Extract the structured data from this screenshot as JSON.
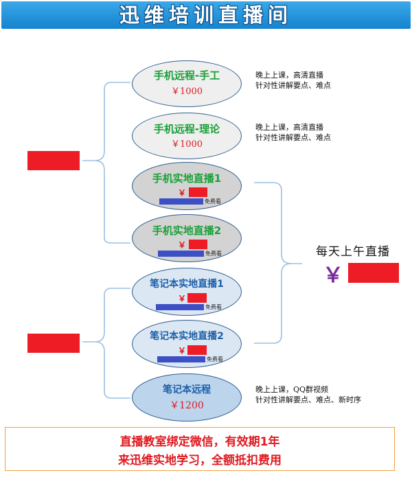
{
  "header": {
    "title": "迅维培训直播间"
  },
  "courses": [
    {
      "title": "手机远程-手工",
      "price": "￥1000",
      "notes": [
        "晚上上课，高清直播",
        "针对性讲解要点、难点"
      ]
    },
    {
      "title": "手机远程-理论",
      "price": "￥1000",
      "notes": [
        "晚上上课，高清直播",
        "针对性讲解要点、难点"
      ]
    },
    {
      "title": "手机实地直播1",
      "yen": "￥",
      "free_label": "免费看"
    },
    {
      "title": "手机实地直播2",
      "yen": "￥",
      "free_label": "免费看"
    },
    {
      "title": "笔记本实地直播1",
      "yen": "￥",
      "free_label": "免费看"
    },
    {
      "title": "笔记本实地直播2",
      "yen": "￥",
      "free_label": "免费看"
    },
    {
      "title": "笔记本远程",
      "price": "￥1200",
      "notes": [
        "晚上上课，QQ群视频",
        "针对性讲解要点、难点、新时序"
      ]
    }
  ],
  "daily": {
    "label": "每天上午直播",
    "yen": "￥"
  },
  "footer": {
    "line1": "直播教室绑定微信，有效期1年",
    "line2": "来迅维实地学习，全额抵扣费用"
  },
  "colors": {
    "header": "#1583cf",
    "price_red": "#e0191f",
    "redacted": "#ee1c25",
    "free_bar": "#3c4fc4",
    "green_title": "#1aa038",
    "blue_title": "#1d5fa8",
    "footer_border": "#f0a040",
    "yen_purple": "#7a2a9a"
  }
}
